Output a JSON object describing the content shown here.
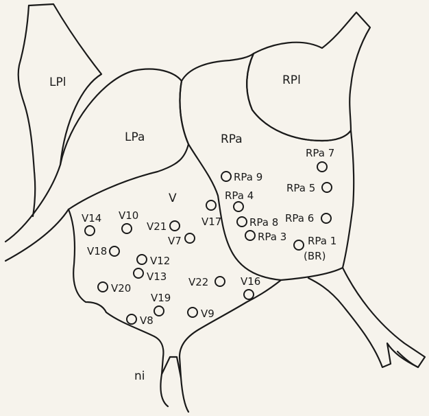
{
  "regions": {
    "lpl": "LPl",
    "lpa": "LPa",
    "rpl": "RPl",
    "rpa": "RPa",
    "v": "V",
    "ni": "ni"
  },
  "cells": {
    "rpa9": "RPa 9",
    "rpa4": "RPa 4",
    "rpa8": "RPa 8",
    "rpa3": "RPa 3",
    "rpa7": "RPa 7",
    "rpa5": "RPa 5",
    "rpa6": "RPa 6",
    "rpa1": "RPa 1",
    "rpa1_sub": "(BR)",
    "v14": "V14",
    "v10": "V10",
    "v21": "V21",
    "v7": "V7",
    "v17": "V17",
    "v18": "V18",
    "v12": "V12",
    "v13": "V13",
    "v20": "V20",
    "v19": "V19",
    "v8": "V8",
    "v22": "V22",
    "v16": "V16",
    "v9": "V9"
  }
}
